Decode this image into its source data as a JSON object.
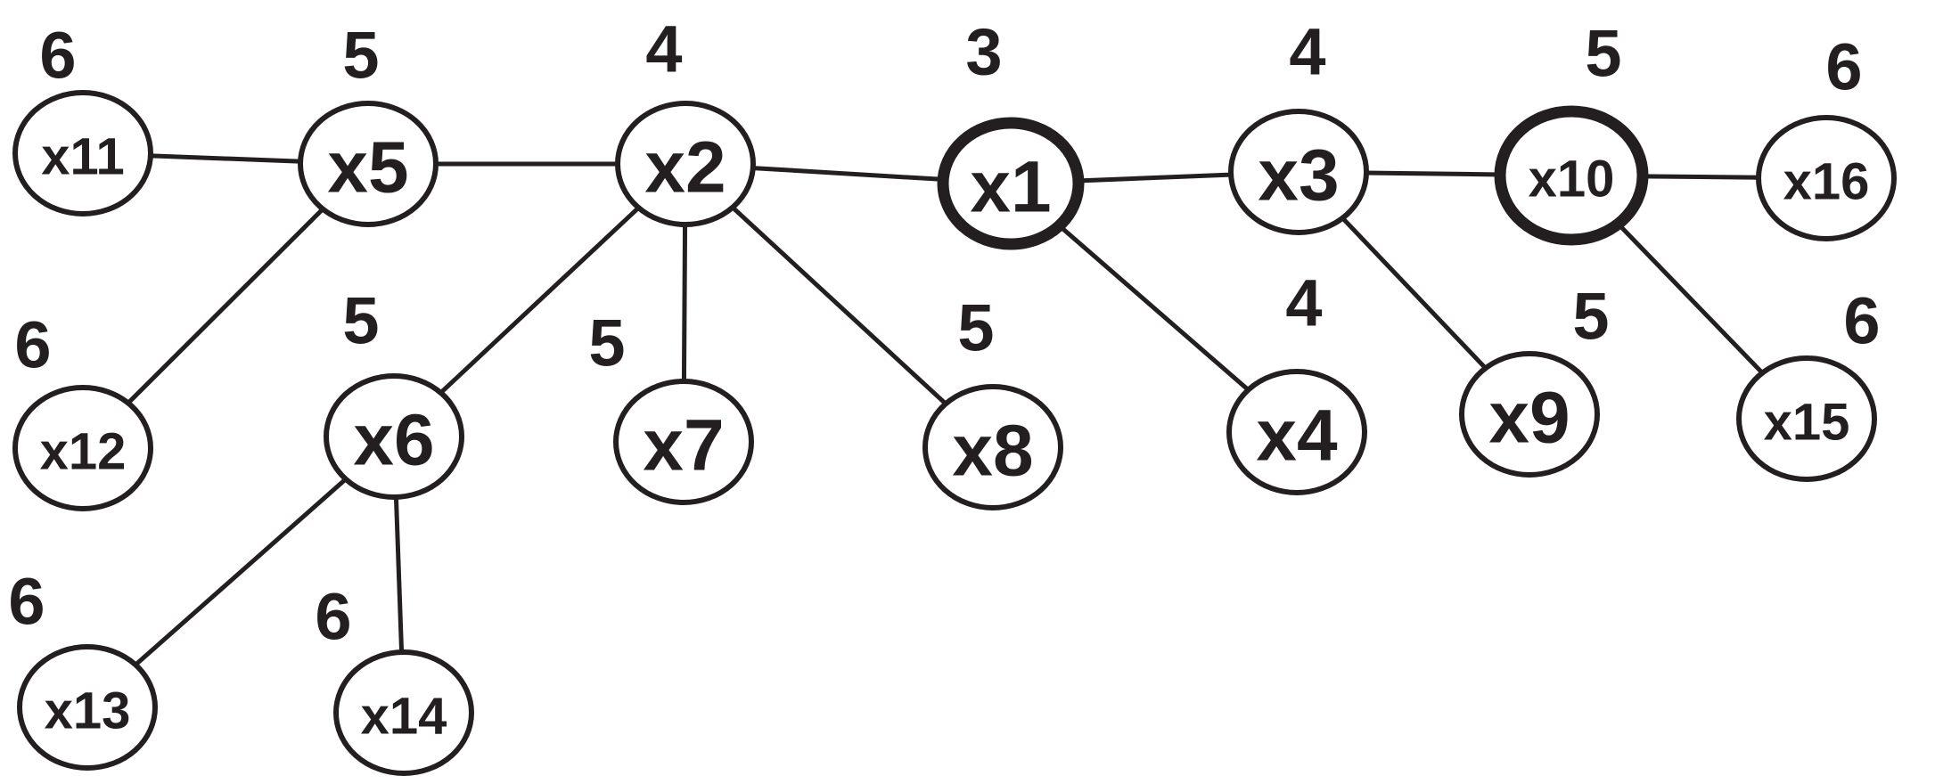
{
  "nodes": [
    {
      "id": "x1",
      "label": "x1",
      "level": "3",
      "emphasis": true
    },
    {
      "id": "x2",
      "label": "x2",
      "level": "4"
    },
    {
      "id": "x3",
      "label": "x3",
      "level": "4"
    },
    {
      "id": "x4",
      "label": "x4",
      "level": "4"
    },
    {
      "id": "x5",
      "label": "x5",
      "level": "5"
    },
    {
      "id": "x6",
      "label": "x6",
      "level": "5"
    },
    {
      "id": "x7",
      "label": "x7",
      "level": "5"
    },
    {
      "id": "x8",
      "label": "x8",
      "level": "5"
    },
    {
      "id": "x9",
      "label": "x9",
      "level": "5"
    },
    {
      "id": "x10",
      "label": "x10",
      "level": "5",
      "emphasis": true
    },
    {
      "id": "x11",
      "label": "x11",
      "level": "6"
    },
    {
      "id": "x12",
      "label": "x12",
      "level": "6"
    },
    {
      "id": "x13",
      "label": "x13",
      "level": "6"
    },
    {
      "id": "x14",
      "label": "x14",
      "level": "6"
    },
    {
      "id": "x15",
      "label": "x15",
      "level": "6"
    },
    {
      "id": "x16",
      "label": "x16",
      "level": "6"
    }
  ],
  "edges": [
    [
      "x11",
      "x5"
    ],
    [
      "x5",
      "x2"
    ],
    [
      "x2",
      "x1"
    ],
    [
      "x1",
      "x3"
    ],
    [
      "x3",
      "x10"
    ],
    [
      "x10",
      "x16"
    ],
    [
      "x5",
      "x12"
    ],
    [
      "x2",
      "x6"
    ],
    [
      "x2",
      "x7"
    ],
    [
      "x2",
      "x8"
    ],
    [
      "x1",
      "x4"
    ],
    [
      "x3",
      "x9"
    ],
    [
      "x10",
      "x15"
    ],
    [
      "x6",
      "x13"
    ],
    [
      "x6",
      "x14"
    ]
  ],
  "colors": {
    "ink": "#231f20",
    "background": "#ffffff"
  }
}
